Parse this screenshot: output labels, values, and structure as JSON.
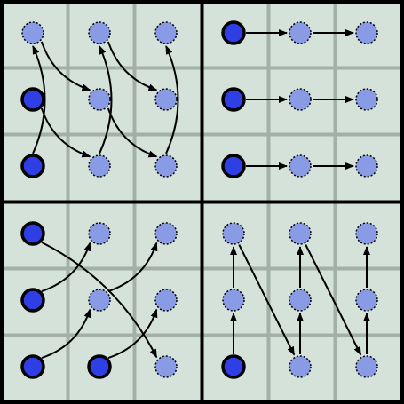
{
  "colors": {
    "background": "#d4e2da",
    "grid_line": "#a3b0a8",
    "border": "#000000",
    "primary_node": "#2f3fe6",
    "secondary_node": "#8a9be5",
    "arrow": "#000000"
  },
  "diagram": {
    "rows": 3,
    "cols": 3,
    "panels": [
      {
        "id": "top-left",
        "nodes": [
          {
            "r": 0,
            "c": 0,
            "kind": "secondary"
          },
          {
            "r": 0,
            "c": 1,
            "kind": "secondary"
          },
          {
            "r": 0,
            "c": 2,
            "kind": "secondary"
          },
          {
            "r": 1,
            "c": 0,
            "kind": "primary"
          },
          {
            "r": 1,
            "c": 1,
            "kind": "secondary"
          },
          {
            "r": 1,
            "c": 2,
            "kind": "secondary"
          },
          {
            "r": 2,
            "c": 0,
            "kind": "primary"
          },
          {
            "r": 2,
            "c": 1,
            "kind": "secondary"
          },
          {
            "r": 2,
            "c": 2,
            "kind": "secondary"
          }
        ],
        "arrows": [
          {
            "from": [
              0,
              0
            ],
            "to": [
              1,
              1
            ],
            "bend": 1
          },
          {
            "from": [
              0,
              1
            ],
            "to": [
              1,
              2
            ],
            "bend": 1
          },
          {
            "from": [
              1,
              0
            ],
            "to": [
              2,
              1
            ],
            "bend": 1
          },
          {
            "from": [
              1,
              1
            ],
            "to": [
              2,
              2
            ],
            "bend": 1
          },
          {
            "from": [
              2,
              0
            ],
            "to": [
              0,
              0
            ],
            "bend": 1
          },
          {
            "from": [
              2,
              1
            ],
            "to": [
              0,
              1
            ],
            "bend": 1
          },
          {
            "from": [
              2,
              2
            ],
            "to": [
              0,
              2
            ],
            "bend": 1
          }
        ]
      },
      {
        "id": "top-right",
        "nodes": [
          {
            "r": 0,
            "c": 0,
            "kind": "primary"
          },
          {
            "r": 0,
            "c": 1,
            "kind": "secondary"
          },
          {
            "r": 0,
            "c": 2,
            "kind": "secondary"
          },
          {
            "r": 1,
            "c": 0,
            "kind": "primary"
          },
          {
            "r": 1,
            "c": 1,
            "kind": "secondary"
          },
          {
            "r": 1,
            "c": 2,
            "kind": "secondary"
          },
          {
            "r": 2,
            "c": 0,
            "kind": "primary"
          },
          {
            "r": 2,
            "c": 1,
            "kind": "secondary"
          },
          {
            "r": 2,
            "c": 2,
            "kind": "secondary"
          }
        ],
        "arrows": [
          {
            "from": [
              0,
              0
            ],
            "to": [
              0,
              1
            ],
            "bend": 0
          },
          {
            "from": [
              0,
              1
            ],
            "to": [
              0,
              2
            ],
            "bend": 0
          },
          {
            "from": [
              1,
              0
            ],
            "to": [
              1,
              1
            ],
            "bend": 0
          },
          {
            "from": [
              1,
              1
            ],
            "to": [
              1,
              2
            ],
            "bend": 0
          },
          {
            "from": [
              2,
              0
            ],
            "to": [
              2,
              1
            ],
            "bend": 0
          },
          {
            "from": [
              2,
              1
            ],
            "to": [
              2,
              2
            ],
            "bend": 0
          }
        ]
      },
      {
        "id": "bottom-left",
        "nodes": [
          {
            "r": 0,
            "c": 0,
            "kind": "primary"
          },
          {
            "r": 0,
            "c": 1,
            "kind": "secondary"
          },
          {
            "r": 0,
            "c": 2,
            "kind": "secondary"
          },
          {
            "r": 1,
            "c": 0,
            "kind": "primary"
          },
          {
            "r": 1,
            "c": 1,
            "kind": "secondary"
          },
          {
            "r": 1,
            "c": 2,
            "kind": "secondary"
          },
          {
            "r": 2,
            "c": 0,
            "kind": "primary"
          },
          {
            "r": 2,
            "c": 1,
            "kind": "primary"
          },
          {
            "r": 2,
            "c": 2,
            "kind": "secondary"
          }
        ],
        "arrows": [
          {
            "from": [
              0,
              0
            ],
            "to": [
              2,
              2
            ],
            "bend": -1
          },
          {
            "from": [
              1,
              0
            ],
            "to": [
              0,
              1
            ],
            "bend": 1
          },
          {
            "from": [
              2,
              0
            ],
            "to": [
              1,
              1
            ],
            "bend": 1
          },
          {
            "from": [
              1,
              1
            ],
            "to": [
              0,
              2
            ],
            "bend": 1
          },
          {
            "from": [
              2,
              1
            ],
            "to": [
              1,
              2
            ],
            "bend": 1
          }
        ]
      },
      {
        "id": "bottom-right",
        "nodes": [
          {
            "r": 0,
            "c": 0,
            "kind": "secondary"
          },
          {
            "r": 0,
            "c": 1,
            "kind": "secondary"
          },
          {
            "r": 0,
            "c": 2,
            "kind": "secondary"
          },
          {
            "r": 1,
            "c": 0,
            "kind": "secondary"
          },
          {
            "r": 1,
            "c": 1,
            "kind": "secondary"
          },
          {
            "r": 1,
            "c": 2,
            "kind": "secondary"
          },
          {
            "r": 2,
            "c": 0,
            "kind": "primary"
          },
          {
            "r": 2,
            "c": 1,
            "kind": "secondary"
          },
          {
            "r": 2,
            "c": 2,
            "kind": "secondary"
          }
        ],
        "arrows": [
          {
            "from": [
              2,
              0
            ],
            "to": [
              1,
              0
            ],
            "bend": 0
          },
          {
            "from": [
              1,
              0
            ],
            "to": [
              0,
              0
            ],
            "bend": 0
          },
          {
            "from": [
              0,
              0
            ],
            "to": [
              2,
              1
            ],
            "bend": 0
          },
          {
            "from": [
              2,
              1
            ],
            "to": [
              1,
              1
            ],
            "bend": 0
          },
          {
            "from": [
              1,
              1
            ],
            "to": [
              0,
              1
            ],
            "bend": 0
          },
          {
            "from": [
              0,
              1
            ],
            "to": [
              2,
              2
            ],
            "bend": 0
          },
          {
            "from": [
              2,
              2
            ],
            "to": [
              1,
              2
            ],
            "bend": 0
          },
          {
            "from": [
              1,
              2
            ],
            "to": [
              0,
              2
            ],
            "bend": 0
          }
        ]
      }
    ]
  }
}
